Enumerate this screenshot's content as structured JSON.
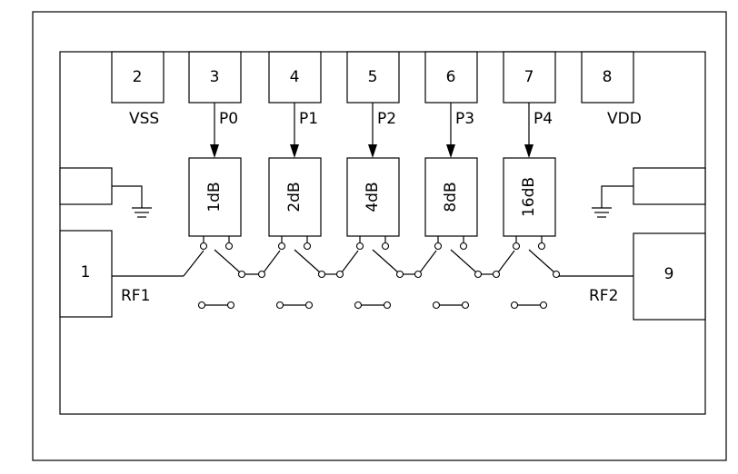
{
  "pins": {
    "p1": "1",
    "p2": "2",
    "p3": "3",
    "p4": "4",
    "p5": "5",
    "p6": "6",
    "p7": "7",
    "p8": "8",
    "p9": "9"
  },
  "signals": {
    "vss": "VSS",
    "vdd": "VDD",
    "p0": "P0",
    "p1": "P1",
    "p2": "P2",
    "p3": "P3",
    "p4": "P4",
    "rf1": "RF1",
    "rf2": "RF2"
  },
  "attenuators": [
    {
      "label": "1dB"
    },
    {
      "label": "2dB"
    },
    {
      "label": "4dB"
    },
    {
      "label": "8dB"
    },
    {
      "label": "16dB"
    }
  ]
}
